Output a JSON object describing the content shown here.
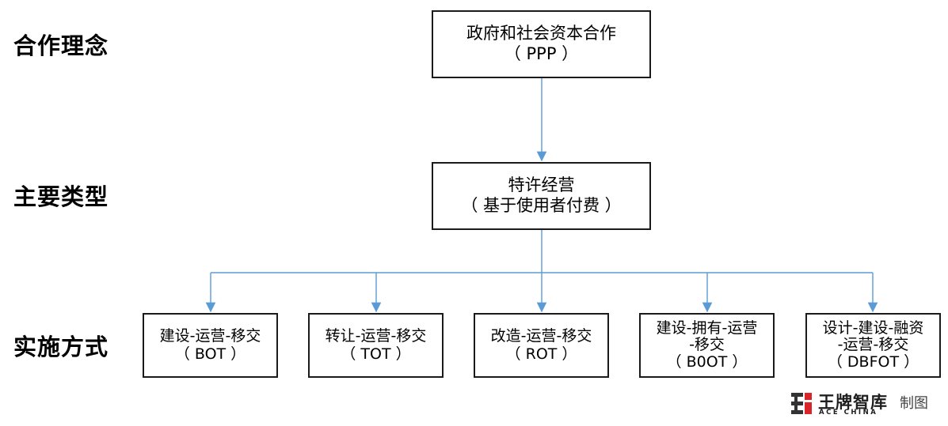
{
  "row_labels": {
    "concept": "合作理念",
    "type": "主要类型",
    "method": "实施方式"
  },
  "nodes": {
    "top": {
      "line1": "政府和社会资本合作",
      "line2": "（ PPP ）"
    },
    "middle": {
      "line1": "特许经营",
      "line2": "（ 基于使用者付费 ）"
    },
    "bot": {
      "line1": "建设-运营-移交",
      "line2": "（ BOT ）"
    },
    "tot": {
      "line1": "转让-运营-移交",
      "line2": "（ TOT ）"
    },
    "rot": {
      "line1": "改造-运营-移交",
      "line2": "（ ROT ）"
    },
    "boot": {
      "line1": "建设-拥有-运营",
      "line2": "-移交",
      "line3": "（ B0OT ）"
    },
    "dbfot": {
      "line1": "设计-建设-融资",
      "line2": "-运营-移交",
      "line3": "（ DBFOT ）"
    }
  },
  "watermark": {
    "brand_cn": "王牌智库",
    "brand_en": "ACE CHINA",
    "suffix": "制图"
  },
  "colors": {
    "connector": "#5b9bd5",
    "box_border": "#1a1a1a",
    "logo_red": "#d9252a"
  }
}
